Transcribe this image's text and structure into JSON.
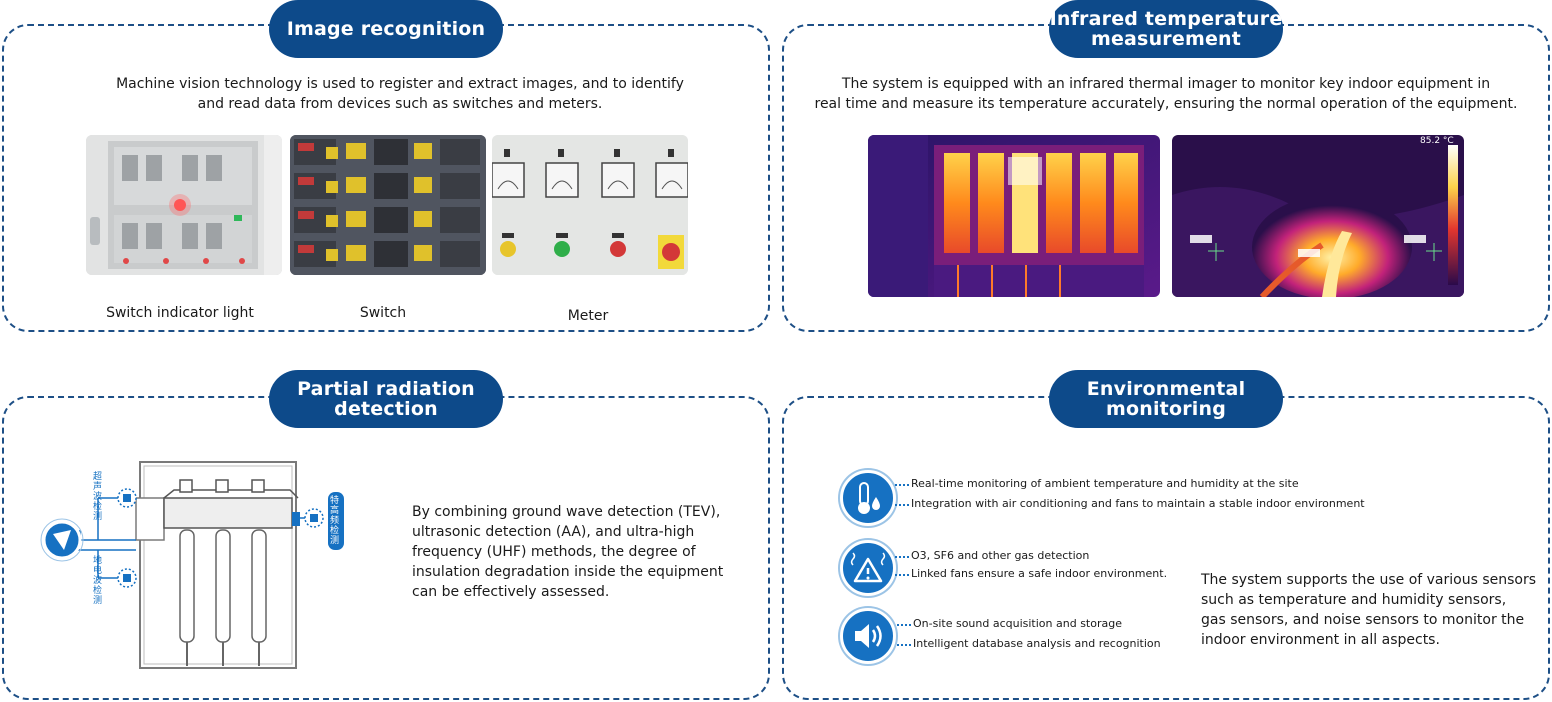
{
  "colors": {
    "accent": "#0d4a8a",
    "border": "#1d4f86",
    "icon": "#1671c2"
  },
  "image_recognition": {
    "title": "Image recognition",
    "description_line1": "Machine vision technology is used to register and extract images, and to identify",
    "description_line2": "and read data from devices such as switches and meters.",
    "captions": [
      "Switch indicator light",
      "Switch",
      "Meter"
    ]
  },
  "infrared": {
    "title": "Infrared temperature\nmeasurement",
    "description_line1": "The system is equipped with an infrared thermal imager to monitor key indoor equipment in",
    "description_line2": "real time and measure its temperature accurately, ensuring the normal operation of the equipment.",
    "temp_readout": "85.2 °C"
  },
  "partial_radiation": {
    "title": "Partial radiation\ndetection",
    "labels": {
      "ultrasonic": "超声波检测",
      "uhf": "特高频检测",
      "tev": "地电波检测"
    },
    "description_lines": [
      "By combining ground wave detection (TEV),",
      "ultrasonic detection (AA), and ultra-high",
      "frequency (UHF) methods, the degree of",
      "insulation degradation inside the equipment",
      "can be effectively assessed."
    ]
  },
  "environmental": {
    "title": "Environmental\nmonitoring",
    "groups": [
      {
        "icon": "thermometer-icon",
        "lines": [
          "Real-time monitoring of ambient temperature and humidity at the site",
          "Integration with air conditioning and fans to maintain a stable indoor environment"
        ]
      },
      {
        "icon": "gas-warning-icon",
        "lines": [
          "O3, SF6 and other gas detection",
          "Linked fans ensure a safe indoor environment."
        ]
      },
      {
        "icon": "speaker-icon",
        "lines": [
          "On-site sound acquisition and storage",
          "Intelligent database analysis and recognition"
        ]
      }
    ],
    "summary_lines": [
      "The system supports the use of various sensors",
      "such as temperature and humidity sensors,",
      "gas sensors, and noise sensors to monitor the",
      "indoor environment in all aspects."
    ]
  }
}
